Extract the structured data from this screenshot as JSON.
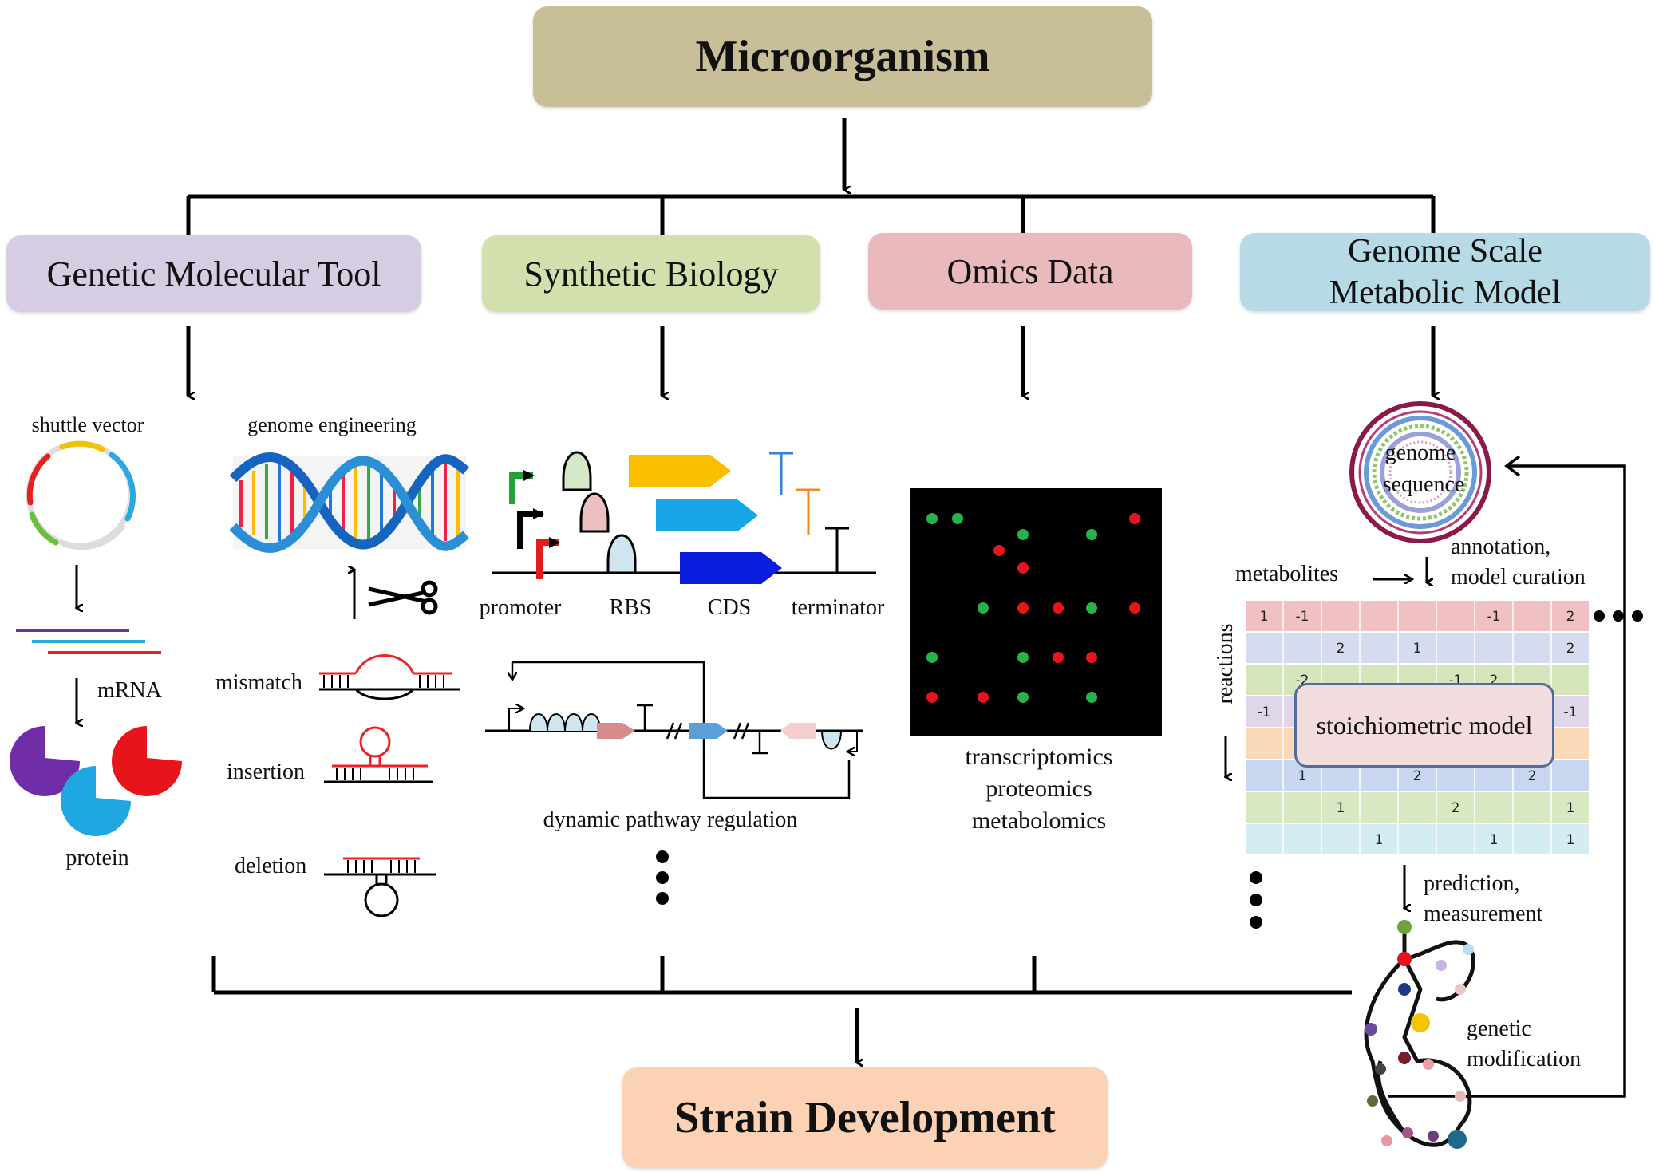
{
  "title": "Microorganism",
  "outcome": "Strain Development",
  "categories": {
    "genetic_tool": "Genetic Molecular Tool",
    "synthetic_biology": "Synthetic Biology",
    "omics": "Omics Data",
    "gsmm_line1": "Genome Scale",
    "gsmm_line2": "Metabolic Model"
  },
  "genetic_tool": {
    "shuttle_vector": "shuttle vector",
    "mrna": "mRNA",
    "protein": "protein",
    "genome_engineering": "genome engineering",
    "mismatch": "mismatch",
    "insertion": "insertion",
    "deletion": "deletion"
  },
  "synthetic_biology": {
    "promoter": "promoter",
    "rbs": "RBS",
    "cds": "CDS",
    "terminator": "terminator",
    "dynamic": "dynamic pathway regulation"
  },
  "omics": {
    "line1": "transcriptomics",
    "line2": "proteomics",
    "line3": "metabolomics"
  },
  "gsmm": {
    "genome_line1": "genome",
    "genome_line2": "sequence",
    "metabolites": "metabolites",
    "annotation_line1": "annotation,",
    "annotation_line2": "model curation",
    "reactions": "reactions",
    "stoichiometric": "stoichiometric model",
    "prediction_line1": "prediction,",
    "prediction_line2": "measurement",
    "genetic_line1": "genetic",
    "genetic_line2": "modification",
    "matrix_rows": [
      [
        "1",
        "-1",
        "",
        "",
        "",
        "",
        "-1",
        "",
        "2"
      ],
      [
        "",
        "",
        "2",
        "",
        "1",
        "",
        "",
        "",
        "2"
      ],
      [
        "",
        "-2",
        "",
        "",
        "",
        "-1",
        "2",
        "",
        ""
      ],
      [
        "-1",
        "",
        "",
        "",
        "",
        "",
        "",
        "",
        "-1"
      ],
      [
        "",
        "",
        "",
        "",
        "",
        "",
        "",
        "",
        ""
      ],
      [
        "",
        "1",
        "",
        "",
        "2",
        "",
        "",
        "2",
        ""
      ],
      [
        "",
        "",
        "1",
        "",
        "",
        "2",
        "",
        "",
        "1"
      ],
      [
        "",
        "",
        "",
        "1",
        "",
        "",
        "1",
        "",
        "1"
      ]
    ]
  },
  "colors": {
    "microorganism_box": "#c8bf99",
    "strain_box": "#fbd2b3",
    "genetic_tool_box": "#d6cde2",
    "synthetic_biology_box": "#d2e0ad",
    "omics_box": "#e9b9bc",
    "gsmm_box": "#b6dbe7"
  }
}
